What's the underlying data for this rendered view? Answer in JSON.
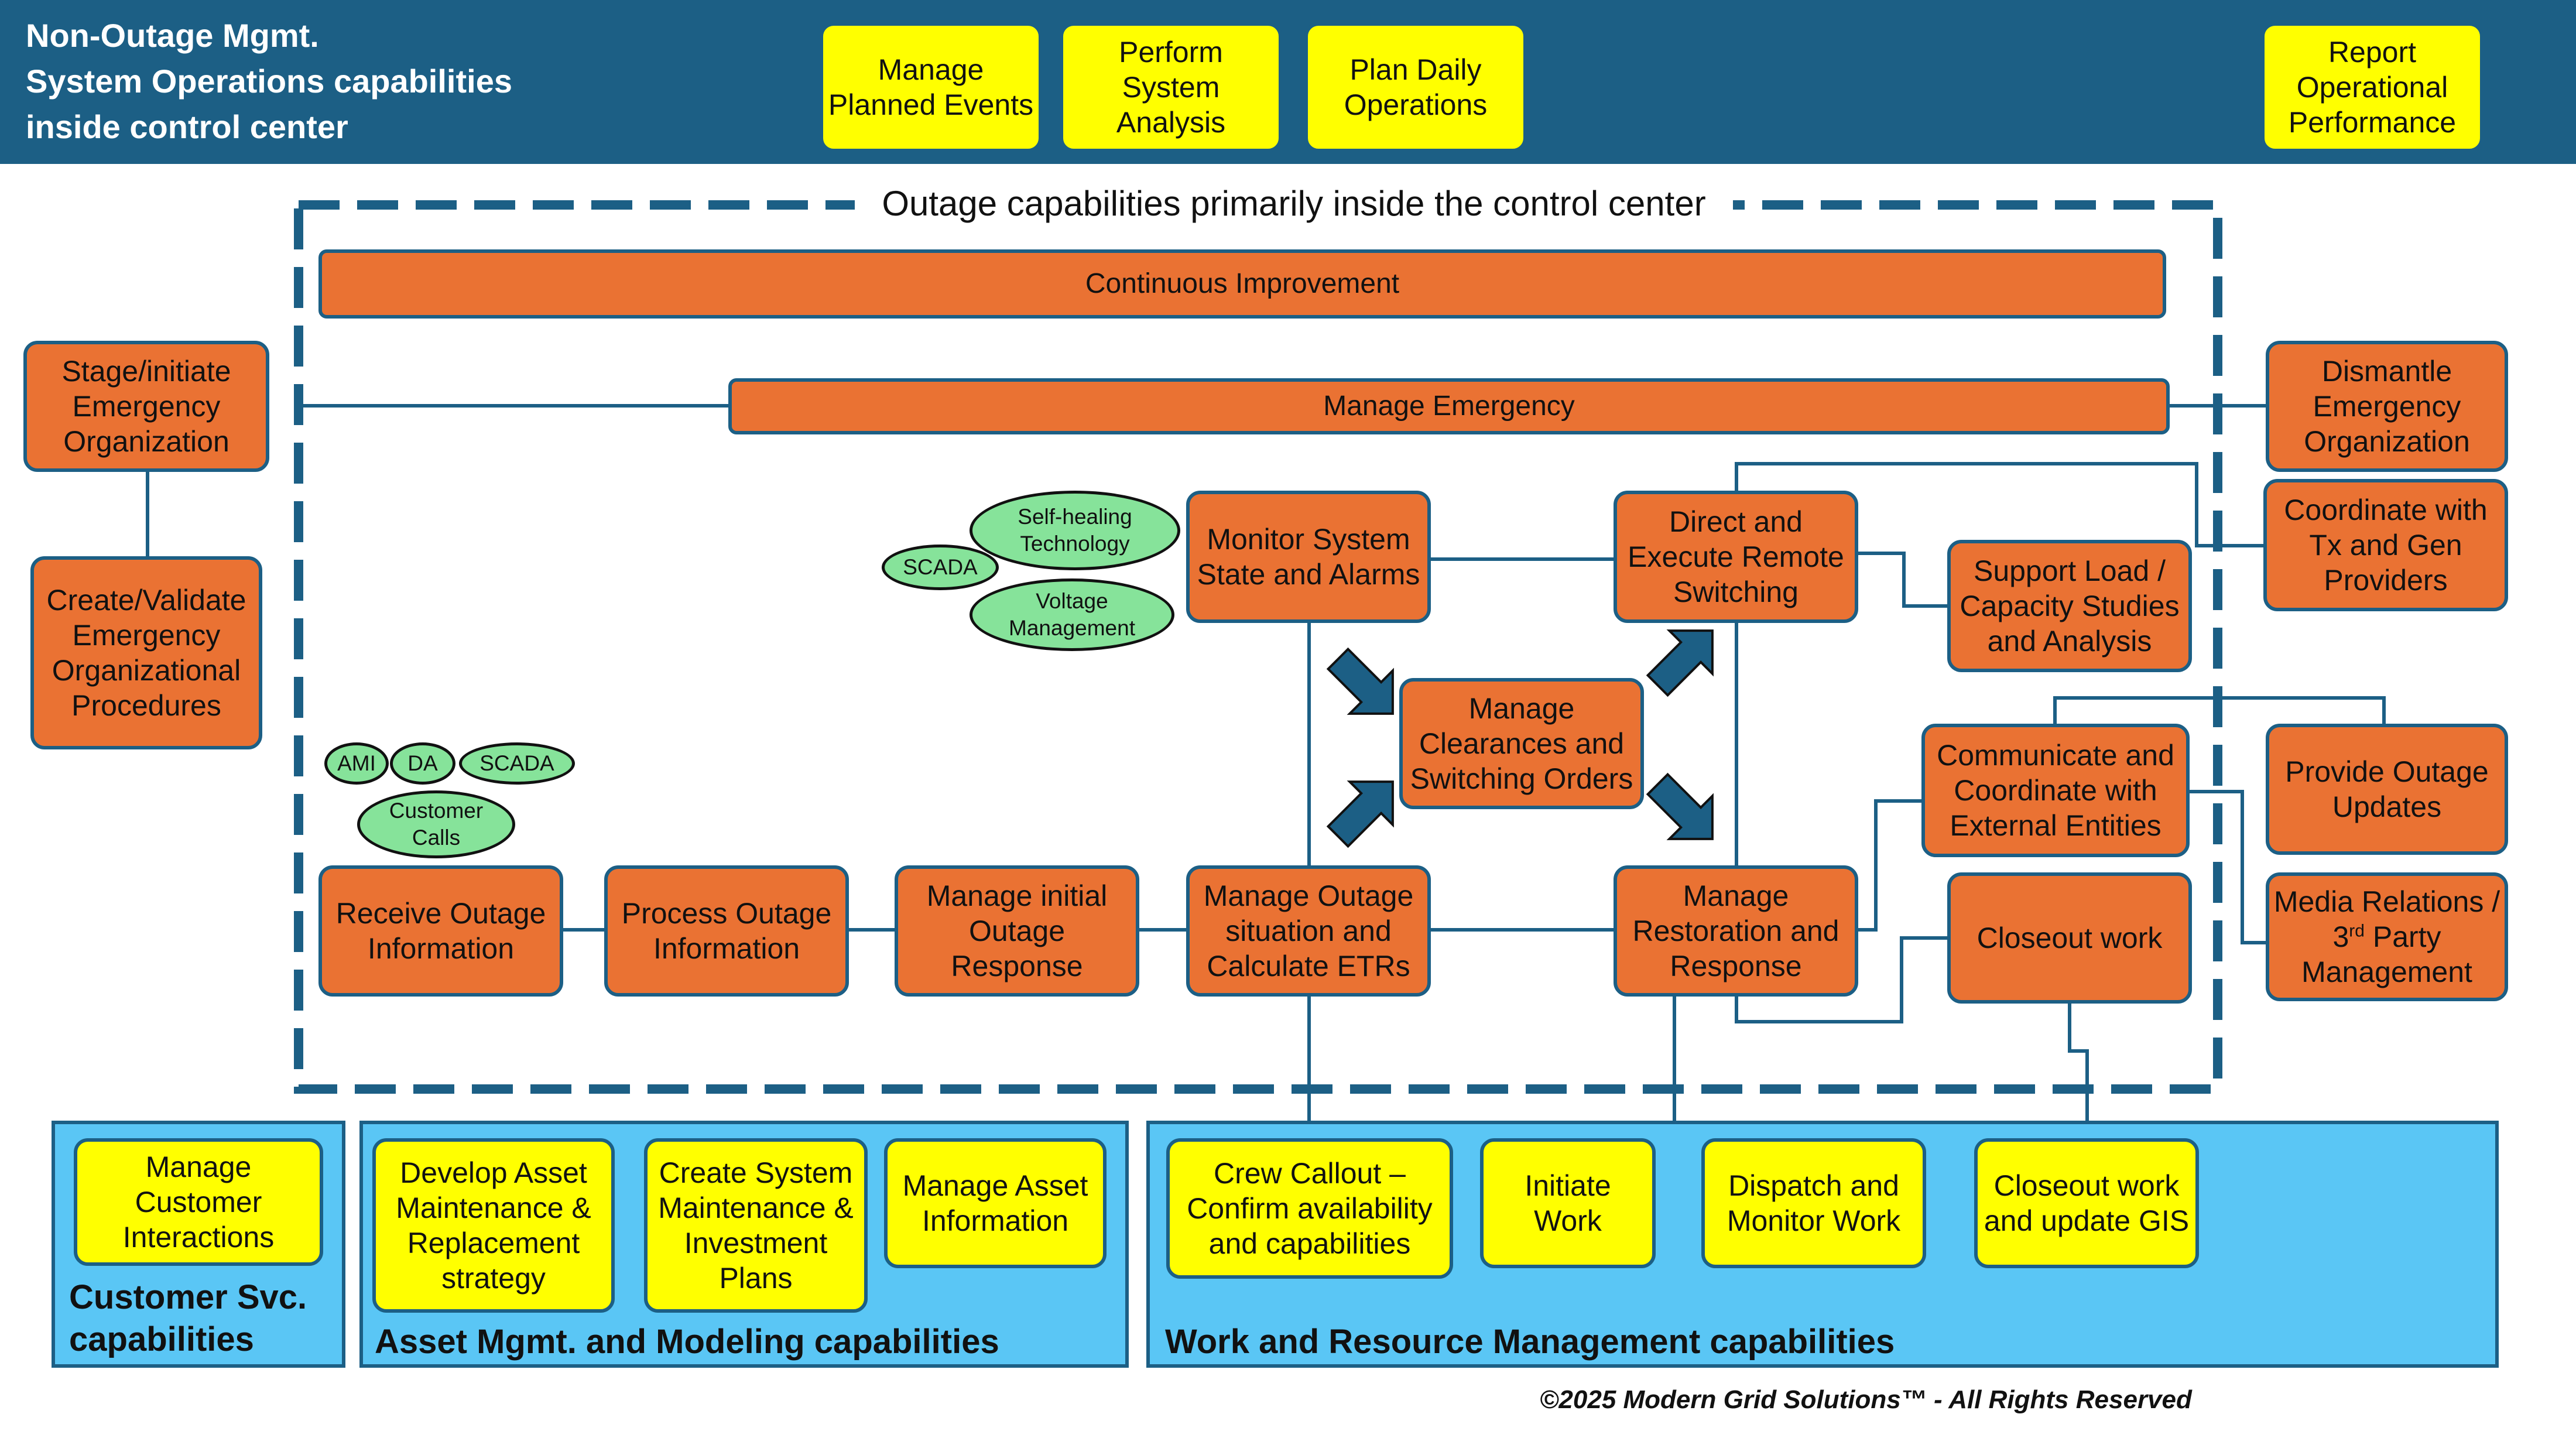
{
  "header": {
    "title_lines": [
      "Non-Outage Mgmt.",
      "System Operations capabilities",
      "inside control center"
    ],
    "capabilities": [
      "Manage\nPlanned Events",
      "Perform\nSystem\nAnalysis",
      "Plan Daily\nOperations",
      "Report\nOperational\nPerformance"
    ]
  },
  "outage_region": {
    "label": "Outage capabilities primarily inside the control center"
  },
  "bars": {
    "continuous_improvement": "Continuous Improvement",
    "manage_emergency": "Manage Emergency"
  },
  "left_boxes": {
    "stage": "Stage/initiate\nEmergency\nOrganization",
    "create": "Create/Validate\nEmergency\nOrganizational\nProcedures"
  },
  "right_boxes": {
    "dismantle": "Dismantle\nEmergency\nOrganization",
    "coordinate_tx": "Coordinate with\nTx and Gen\nProviders",
    "provide_updates": "Provide Outage\nUpdates",
    "media": "Media Relations /\n3rd Party\nManagement"
  },
  "process": {
    "receive": "Receive Outage\nInformation",
    "process": "Process Outage\nInformation",
    "initial": "Manage initial\nOutage\nResponse",
    "situation": "Manage Outage\nsituation and\nCalculate ETRs",
    "monitor": "Monitor System\nState and Alarms",
    "clearances": "Manage\nClearances and\nSwitching Orders",
    "direct": "Direct and\nExecute Remote\nSwitching",
    "support_load": "Support Load /\nCapacity Studies\nand Analysis",
    "communicate": "Communicate and\nCoordinate with\nExternal Entities",
    "restoration": "Manage\nRestoration and\nResponse",
    "closeout": "Closeout work"
  },
  "ellipses": {
    "self_healing": "Self-healing\nTechnology",
    "scada_top": "SCADA",
    "voltage": "Voltage\nManagement",
    "ami": "AMI",
    "da": "DA",
    "scada_bottom": "SCADA",
    "customer_calls": "Customer\nCalls"
  },
  "panels": {
    "customer": {
      "label": "Customer Svc.\ncapabilities",
      "items": [
        "Manage\nCustomer\nInteractions"
      ]
    },
    "asset": {
      "label": "Asset Mgmt. and Modeling capabilities",
      "items": [
        "Develop Asset\nMaintenance &\nReplacement\nstrategy",
        "Create System\nMaintenance &\nInvestment\nPlans",
        "Manage Asset\nInformation"
      ]
    },
    "work": {
      "label": "Work and Resource Management capabilities",
      "items": [
        "Crew Callout –\nConfirm availability\nand capabilities",
        "Initiate\nWork",
        "Dispatch and\nMonitor Work",
        "Closeout work\nand update GIS"
      ]
    }
  },
  "copyright": "©2025 Modern Grid Solutions™ - All Rights Reserved",
  "colors": {
    "header_bg": "#1c5f85",
    "orange": "#ea7233",
    "yellow": "#ffff00",
    "panel_blue": "#5ac6f5",
    "green": "#86e39a",
    "line": "#1c5f85"
  }
}
